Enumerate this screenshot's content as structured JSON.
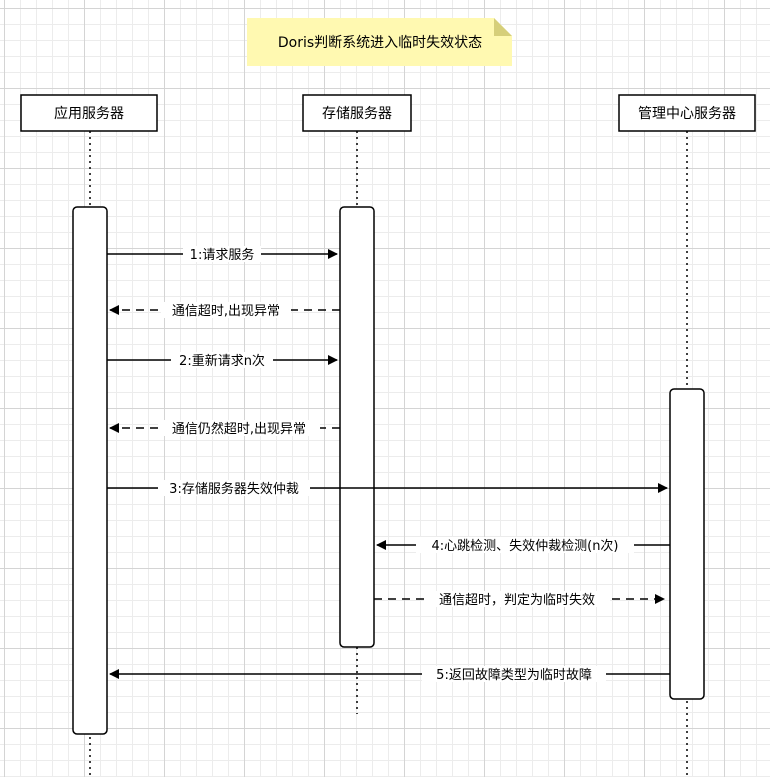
{
  "note": {
    "text": "Doris判断系统进入临时失效状态",
    "color": "#fff9b1"
  },
  "participants": [
    {
      "id": "app",
      "label": "应用服务器"
    },
    {
      "id": "storage",
      "label": "存储服务器"
    },
    {
      "id": "mgmt",
      "label": "管理中心服务器"
    }
  ],
  "messages": [
    {
      "label": "1:请求服务",
      "from": "app",
      "to": "storage",
      "style": "solid"
    },
    {
      "label": "通信超时,出现异常",
      "from": "storage",
      "to": "app",
      "style": "dashed"
    },
    {
      "label": "2:重新请求n次",
      "from": "app",
      "to": "storage",
      "style": "solid"
    },
    {
      "label": "通信仍然超时,出现异常",
      "from": "storage",
      "to": "app",
      "style": "dashed"
    },
    {
      "label": "3:存储服务器失效仲裁",
      "from": "app",
      "to": "mgmt",
      "style": "solid"
    },
    {
      "label": "4:心跳检测、失效仲裁检测(n次)",
      "from": "mgmt",
      "to": "storage",
      "style": "solid"
    },
    {
      "label": "通信超时，判定为临时失效",
      "from": "storage",
      "to": "mgmt",
      "style": "dashed"
    },
    {
      "label": "5:返回故障类型为临时故障",
      "from": "mgmt",
      "to": "app",
      "style": "solid"
    }
  ]
}
